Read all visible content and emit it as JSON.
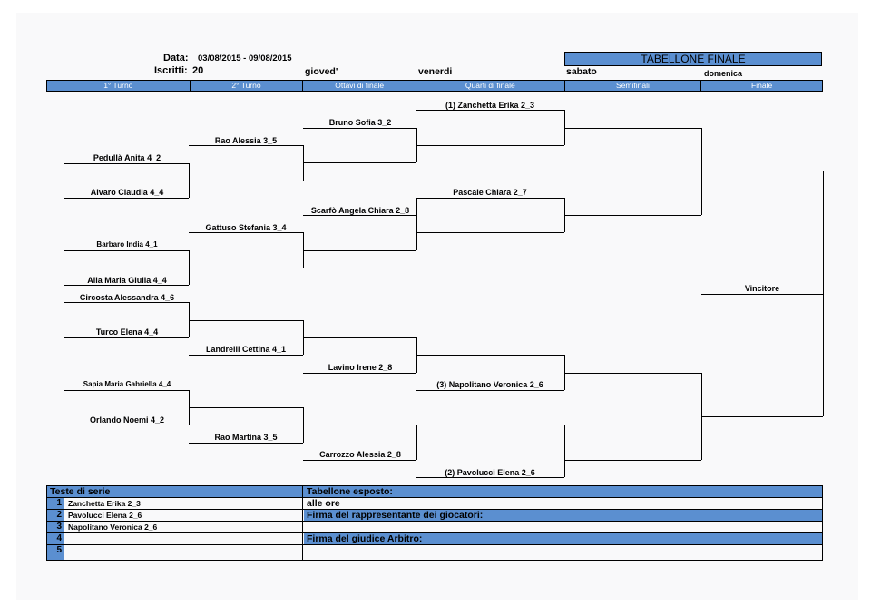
{
  "header": {
    "data_label": "Data:",
    "data_value": "03/08/2015 - 09/08/2015",
    "iscritti_label": "Iscritti:",
    "iscritti_value": "20",
    "days": [
      "gioved'",
      "venerdi",
      "sabato",
      "domenica"
    ],
    "title": "TABELLONE FINALE"
  },
  "rounds": [
    "1° Turno",
    "2° Turno",
    "Ottavi di finale",
    "Quarti di finale",
    "Semifinali",
    "Finale"
  ],
  "bracket": {
    "r1": [
      "Pedullà Anita 4_2",
      "Alvaro Claudia 4_4",
      "Barbaro India 4_1",
      "Alla Maria Giulia 4_4",
      "Circosta Alessandra 4_6",
      "Turco Elena 4_4",
      "Sapia Maria Gabriella 4_4",
      "Orlando Noemi 4_2"
    ],
    "r2": [
      "Rao Alessia 3_5",
      "Gattuso Stefania 3_4",
      "Landrelli Cettina 4_1",
      "Rao Martina 3_5"
    ],
    "r3": [
      "Bruno Sofia 3_2",
      "Scarfò Angela Chiara 2_8",
      "Lavino Irene 2_8",
      "Carrozzo Alessia 2_8"
    ],
    "r4": [
      "(1) Zanchetta Erika 2_3",
      "Pascale Chiara 2_7",
      "(3) Napolitano Veronica 2_6",
      "(2) Pavolucci Elena 2_6"
    ],
    "winner": "Vincitore"
  },
  "seeds": {
    "header": "Teste di serie",
    "rows": [
      {
        "num": "1",
        "name": "Zanchetta Erika 2_3"
      },
      {
        "num": "2",
        "name": "Pavolucci Elena 2_6"
      },
      {
        "num": "3",
        "name": "Napolitano Veronica 2_6"
      },
      {
        "num": "4",
        "name": ""
      },
      {
        "num": "5",
        "name": ""
      }
    ],
    "right": [
      "Tabellone esposto:",
      "alle ore",
      "Firma del rappresentante dei giocatori:",
      "",
      "Firma del giudice Arbitro:",
      ""
    ]
  },
  "colors": {
    "header_blue": "#5b8fd0",
    "line": "#000000"
  }
}
